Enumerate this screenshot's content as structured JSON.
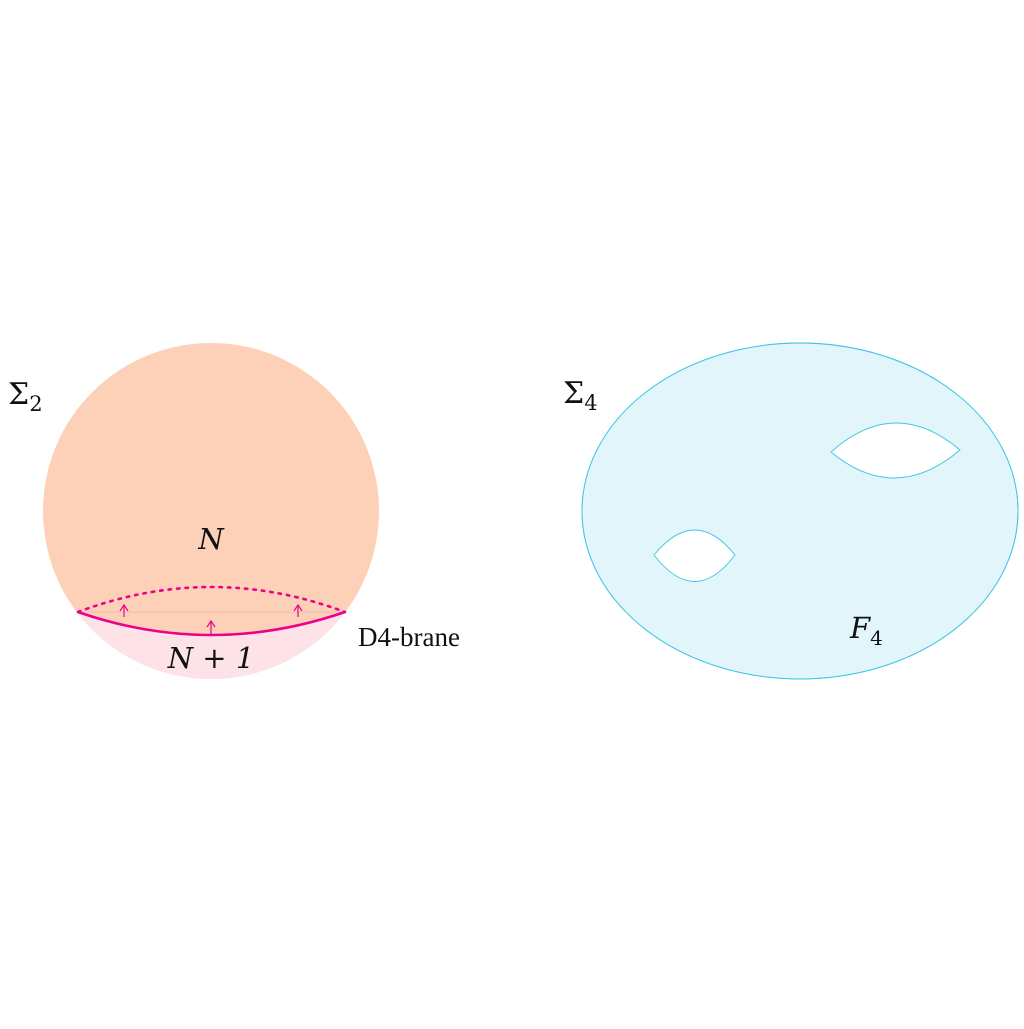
{
  "left_figure": {
    "surface_label": "Σ",
    "surface_subscript": "2",
    "upper_region_label": "N",
    "lower_region_label": "N + 1",
    "brane_label": "D4-brane",
    "colors": {
      "upper_fill": "#fdd0b8",
      "lower_fill": "#fde3e8",
      "brane": "#ec008c"
    }
  },
  "right_figure": {
    "surface_label": "Σ",
    "surface_subscript": "4",
    "flux_label": "F",
    "flux_subscript": "4",
    "holes": 2,
    "colors": {
      "fill": "#e2f5fb",
      "outline": "#3ec6e6"
    }
  }
}
